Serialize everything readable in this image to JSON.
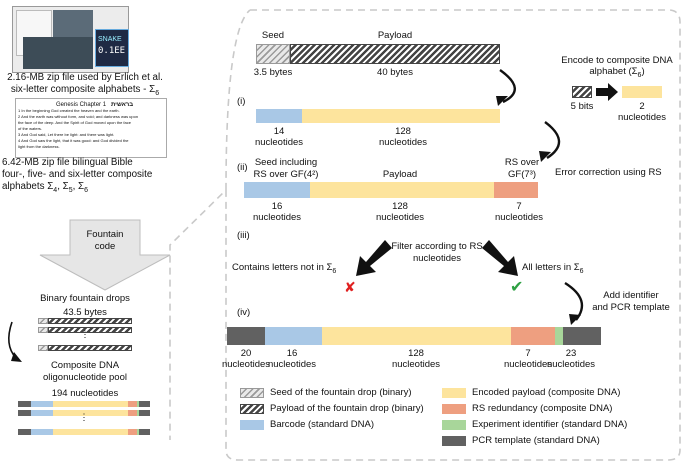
{
  "left": {
    "image1_caption": "2.16-MB zip file used by Erlich et al. six-letter composite alphabets - Σ6",
    "image1_line1": "2.16-MB zip file used by Erlich et al.",
    "image1_line2": "six-letter composite alphabets - Σ",
    "sub6": "6",
    "game_text": "SNAKE",
    "game_score": "0.1EE",
    "bible_title_en": "Genesis Chapter 1",
    "bible_title_he": "בראשית",
    "bible_lines": [
      "1 In the beginning God created the heaven and the earth.",
      "2 And the earth was without form, and void; and darkness was upon",
      "the face of the deep. And the Spirit of God moved upon the face",
      "of the waters.",
      "3 And God said, Let there be light: and there was light.",
      "4 And God saw the light, that it was good: and God divided the",
      "light from the darkness."
    ],
    "image2_line1": "6.42-MB zip file bilingual Bible",
    "image2_line2": "four-, five- and six-letter composite",
    "image2_line3_prefix": "alphabets Σ",
    "sub4": "4",
    "sub5": "5",
    "fountain_label_1": "Fountain",
    "fountain_label_2": "code",
    "binary_drops_label": "Binary fountain drops",
    "drop_bytes": "43.5 bytes",
    "pool_label_1": "Composite DNA",
    "pool_label_2": "oligonucleotide pool",
    "pool_nts": "194 nucleotides"
  },
  "right": {
    "seed_label": "Seed",
    "payload_label": "Payload",
    "seed_bytes": "3.5 bytes",
    "payload_bytes": "40 bytes",
    "encode_label": "Encode to composite DNA alphabet (Σ",
    "encode_sub": "6",
    "encode_suffix": ")",
    "bits": "5 bits",
    "enc_nt_count": "2",
    "enc_nt_word": "nucleotides",
    "step_i": "(i)",
    "step_ii": "(ii)",
    "step_iii": "(iii)",
    "step_iv": "(iv)",
    "i_seed_count": "14",
    "i_pay_count": "128",
    "nucleotides": "nucleotides",
    "ec_label": "Error correction using RS",
    "ii_seed_1": "Seed including",
    "ii_seed_2": "RS over GF(4²)",
    "ii_payload": "Payload",
    "ii_rs_1": "RS over",
    "ii_rs_2": "GF(7³)",
    "ii_seed_count": "16",
    "ii_pay_count": "128",
    "ii_rs_count": "7",
    "filter_1": "Filter according to RS",
    "filter_2": "nucleotides",
    "not_in": "Contains letters not in Σ",
    "all_in": "All letters in Σ",
    "add_1": "Add identifier",
    "add_2": "and PCR template",
    "iv_counts": [
      "20",
      "16",
      "128",
      "7",
      "23"
    ],
    "cross_mark": "✘",
    "check_mark": "✔"
  },
  "legend": [
    {
      "label": "Seed of the fountain drop (binary)",
      "style": "hatch-light"
    },
    {
      "label": "Payload of the fountain drop (binary)",
      "style": "hatch-dark"
    },
    {
      "label": "Barcode (standard DNA)",
      "color": "#a9c8e6"
    },
    {
      "label": "Encoded payload (composite DNA)",
      "color": "#fde49d"
    },
    {
      "label": "RS redundancy (composite DNA)",
      "color": "#ee9f80"
    },
    {
      "label": "Experiment identifier (standard DNA)",
      "color": "#a8d69a"
    },
    {
      "label": "PCR template (standard DNA)",
      "color": "#616161"
    }
  ]
}
